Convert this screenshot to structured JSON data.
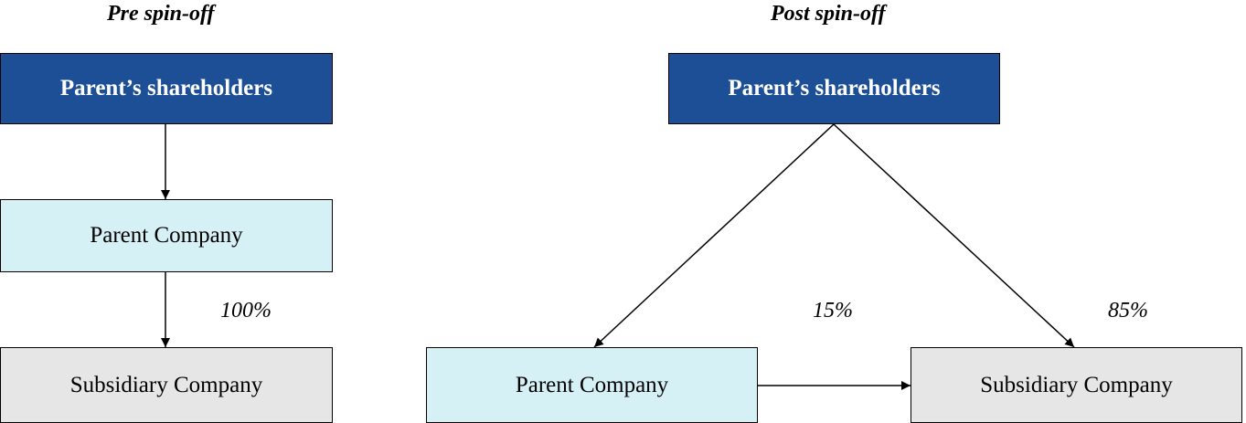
{
  "pre": {
    "title": "Pre spin-off",
    "shareholders": "Parent’s shareholders",
    "parent": "Parent Company",
    "subsidiary": "Subsidiary Company",
    "ownership": "100%"
  },
  "post": {
    "title": "Post spin-off",
    "shareholders": "Parent’s shareholders",
    "parent": "Parent Company",
    "subsidiary": "Subsidiary Company",
    "parent_ownership": "15%",
    "shareholder_ownership": "85%"
  },
  "colors": {
    "shareholders_fill": "#1c4f96",
    "parent_fill": "#d6f1f6",
    "subsidiary_fill": "#e6e6e6"
  }
}
